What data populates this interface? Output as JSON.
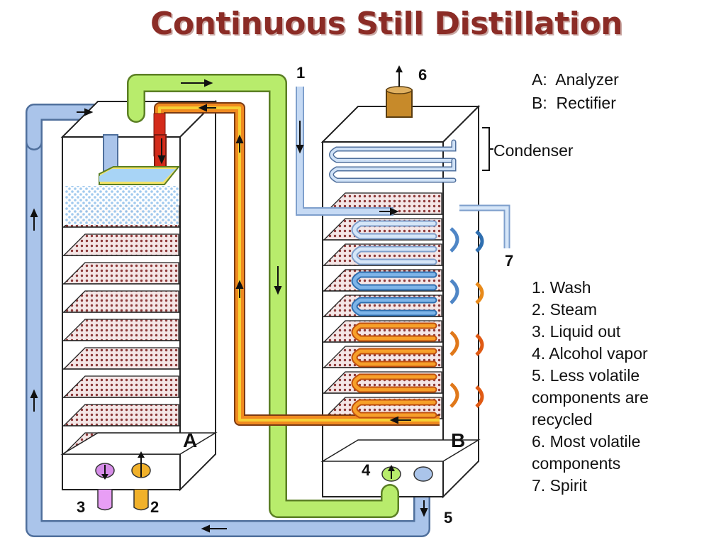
{
  "title": "Continuous Still Distillation",
  "legend_columns": [
    {
      "key": "A:",
      "text": "Analyzer"
    },
    {
      "key": "B:",
      "text": "Rectifier"
    }
  ],
  "legend_items": [
    "1. Wash",
    "2. Steam",
    "3. Liquid out",
    "4. Alcohol vapor",
    "5. Less volatile",
    "components are",
    "recycled",
    "6. Most volatile",
    "components",
    "7. Spirit"
  ],
  "labels": {
    "column_a": "A",
    "column_b": "B",
    "condenser": "Condenser",
    "n1": "1",
    "n2": "2",
    "n3": "3",
    "n4": "4",
    "n5": "5",
    "n6": "6",
    "n7": "7"
  },
  "colors": {
    "title": "#8b2c26",
    "blue_pipe": "#a9c3e8",
    "green_pipe": "#b6ec6a",
    "hot_pipe": "#e8641e",
    "tray": "#ffffff",
    "tray_dots": "#8e3a3a",
    "cap": "#c88a2a"
  }
}
